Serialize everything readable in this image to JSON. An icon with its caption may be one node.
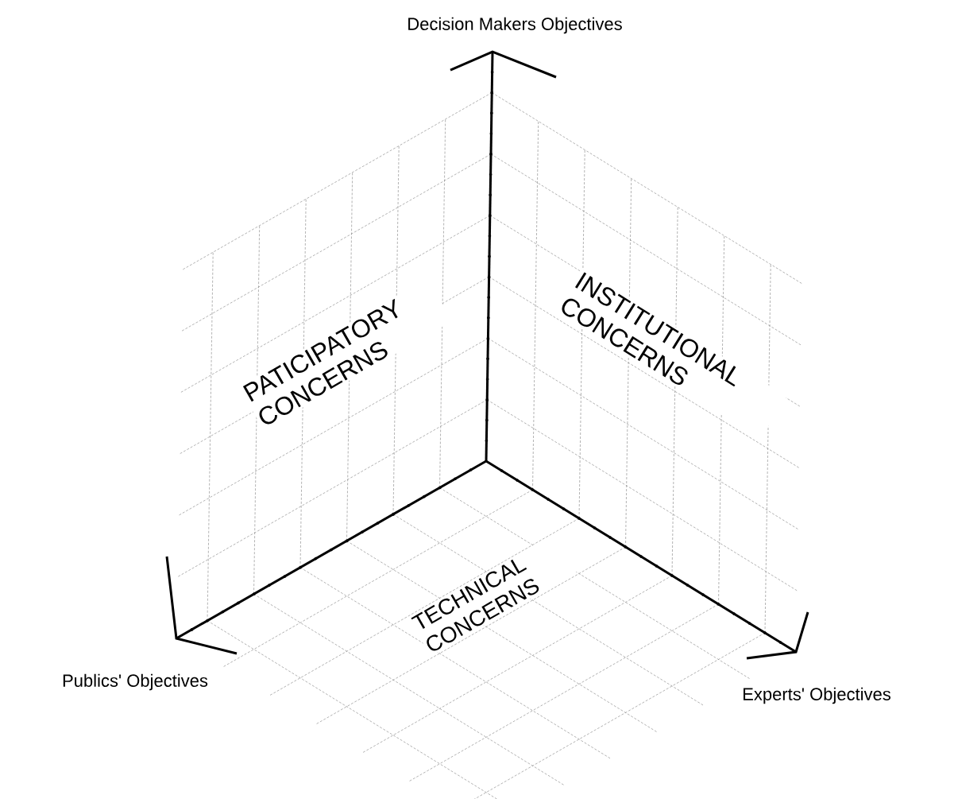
{
  "diagram": {
    "labels": [
      "Decision Makers Objectives",
      "PATICIPATORY CONCERNS",
      "INSTITUTIONAL CONCERNS",
      "TECHNICAL CONCERNS",
      "Publics' Objectives",
      "Experts' Objectives"
    ]
  }
}
